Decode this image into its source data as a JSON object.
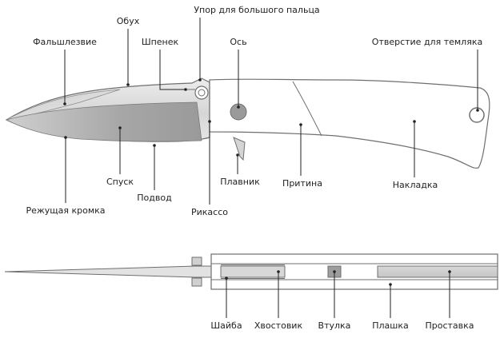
{
  "labels": {
    "obukh": "Обух",
    "upor": "Упор для большого пальца",
    "falshlezvie": "Фальшлезвие",
    "shpenek": "Шпенек",
    "os": "Ось",
    "otverstie": "Отверстие для темляка",
    "spusk": "Спуск",
    "plavnik": "Плавник",
    "pritina": "Притина",
    "nakladka": "Накладка",
    "podvod": "Подвод",
    "rezhushchaya": "Режущая кромка",
    "rikasso": "Рикассо",
    "shayba": "Шайба",
    "khvostovik": "Хвостовик",
    "vtulka": "Втулка",
    "plashka": "Плашка",
    "prostavka": "Проставка"
  },
  "colors": {
    "outline": "#6f6f6f",
    "blade_light": "#dcdcdc",
    "blade_dark": "#a9a9a9",
    "handle": "#ffffff",
    "pivot": "#9a9a9a"
  }
}
